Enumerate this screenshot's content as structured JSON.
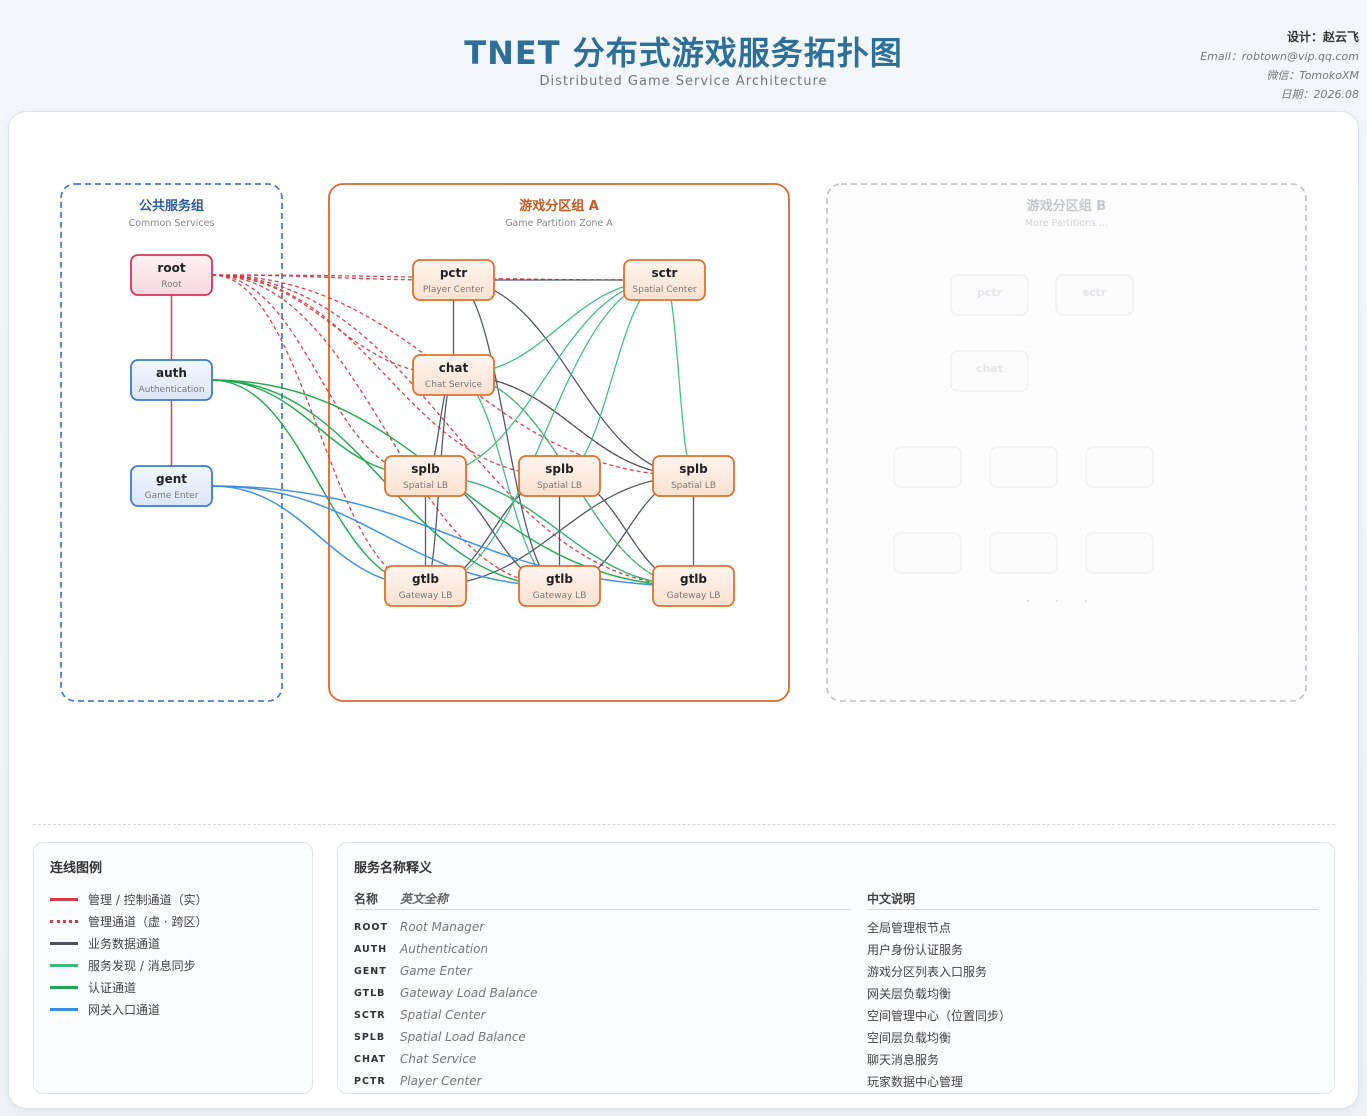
{
  "header": {
    "title": "TNET 分布式游戏服务拓扑图",
    "subtitle": "Distributed Game Service Architecture",
    "designer": "设计：赵云飞",
    "email": "Email：robtown@vip.qq.com",
    "wechat": "微信：TomokoXM",
    "date": "日期：2026.08"
  },
  "diagram": {
    "groups": [
      {
        "id": "common",
        "title": "公共服务组",
        "subtitle": "Common Services",
        "color": "#4a7fcf",
        "style": "dashed"
      },
      {
        "id": "zoneA",
        "title": "游戏分区组 A",
        "subtitle": "Game Partition Zone A",
        "color": "#d96a2f",
        "style": "solid"
      },
      {
        "id": "zoneB",
        "title": "游戏分区组 B",
        "subtitle": "More Partitions ...",
        "color": "#c4c8cd",
        "style": "dashed"
      }
    ],
    "nodes": [
      {
        "id": "root",
        "label": "root",
        "sub": "Root",
        "kind": "root"
      },
      {
        "id": "auth",
        "label": "auth",
        "sub": "Authentication",
        "kind": "common"
      },
      {
        "id": "gent",
        "label": "gent",
        "sub": "Game Enter",
        "kind": "common"
      },
      {
        "id": "pctr",
        "label": "pctr",
        "sub": "Player Center",
        "kind": "zone"
      },
      {
        "id": "sctr",
        "label": "sctr",
        "sub": "Spatial Center",
        "kind": "zone"
      },
      {
        "id": "chat",
        "label": "chat",
        "sub": "Chat Service",
        "kind": "zone"
      },
      {
        "id": "splb1",
        "label": "splb",
        "sub": "Spatial LB",
        "kind": "zone"
      },
      {
        "id": "splb2",
        "label": "splb",
        "sub": "Spatial LB",
        "kind": "zone"
      },
      {
        "id": "splb3",
        "label": "splb",
        "sub": "Spatial LB",
        "kind": "zone"
      },
      {
        "id": "gtlb1",
        "label": "gtlb",
        "sub": "Gateway LB",
        "kind": "zone"
      },
      {
        "id": "gtlb2",
        "label": "gtlb",
        "sub": "Gateway LB",
        "kind": "zone"
      },
      {
        "id": "gtlb3",
        "label": "gtlb",
        "sub": "Gateway LB",
        "kind": "zone"
      },
      {
        "id": "b_pctr",
        "label": "pctr",
        "sub": "",
        "kind": "ghost"
      },
      {
        "id": "b_sctr",
        "label": "sctr",
        "sub": "",
        "kind": "ghost"
      },
      {
        "id": "b_chat",
        "label": "chat",
        "sub": "",
        "kind": "ghost"
      },
      {
        "id": "b_1",
        "label": "",
        "sub": "",
        "kind": "ghost"
      },
      {
        "id": "b_2",
        "label": "",
        "sub": "",
        "kind": "ghost"
      },
      {
        "id": "b_3",
        "label": "",
        "sub": "",
        "kind": "ghost"
      },
      {
        "id": "b_4",
        "label": "",
        "sub": "",
        "kind": "ghost"
      },
      {
        "id": "b_5",
        "label": "",
        "sub": "",
        "kind": "ghost"
      },
      {
        "id": "b_6",
        "label": "",
        "sub": "",
        "kind": "ghost"
      }
    ],
    "edges": [
      {
        "from": "root",
        "to": "auth",
        "type": "mgmt"
      },
      {
        "from": "auth",
        "to": "gent",
        "type": "mgmt"
      },
      {
        "from": "root",
        "to": "pctr",
        "type": "mgmt-virtual"
      },
      {
        "from": "root",
        "to": "sctr",
        "type": "mgmt-virtual"
      },
      {
        "from": "root",
        "to": "chat",
        "type": "mgmt-virtual"
      },
      {
        "from": "root",
        "to": "splb1",
        "type": "mgmt-virtual"
      },
      {
        "from": "root",
        "to": "splb2",
        "type": "mgmt-virtual"
      },
      {
        "from": "root",
        "to": "splb3",
        "type": "mgmt-virtual"
      },
      {
        "from": "root",
        "to": "gtlb1",
        "type": "mgmt-virtual"
      },
      {
        "from": "root",
        "to": "gtlb2",
        "type": "mgmt-virtual"
      },
      {
        "from": "root",
        "to": "gtlb3",
        "type": "mgmt-virtual"
      },
      {
        "from": "chat",
        "to": "splb3",
        "type": "mgmt-virtual"
      },
      {
        "from": "chat",
        "to": "gtlb3",
        "type": "mgmt-virtual"
      },
      {
        "from": "pctr",
        "to": "sctr",
        "type": "business"
      },
      {
        "from": "pctr",
        "to": "chat",
        "type": "business"
      },
      {
        "from": "pctr",
        "to": "splb3",
        "type": "business"
      },
      {
        "from": "pctr",
        "to": "gtlb2",
        "type": "business"
      },
      {
        "from": "chat",
        "to": "splb1",
        "type": "business"
      },
      {
        "from": "chat",
        "to": "splb3",
        "type": "business"
      },
      {
        "from": "chat",
        "to": "gtlb1",
        "type": "business"
      },
      {
        "from": "splb1",
        "to": "gtlb1",
        "type": "business"
      },
      {
        "from": "splb1",
        "to": "gtlb2",
        "type": "business"
      },
      {
        "from": "splb1",
        "to": "gtlb3",
        "type": "business"
      },
      {
        "from": "splb2",
        "to": "gtlb1",
        "type": "business"
      },
      {
        "from": "splb2",
        "to": "gtlb2",
        "type": "business"
      },
      {
        "from": "splb2",
        "to": "gtlb3",
        "type": "business"
      },
      {
        "from": "splb3",
        "to": "gtlb1",
        "type": "business"
      },
      {
        "from": "splb3",
        "to": "gtlb2",
        "type": "business"
      },
      {
        "from": "splb3",
        "to": "gtlb3",
        "type": "business"
      },
      {
        "from": "sctr",
        "to": "chat",
        "type": "discovery"
      },
      {
        "from": "sctr",
        "to": "splb1",
        "type": "discovery"
      },
      {
        "from": "sctr",
        "to": "splb2",
        "type": "discovery"
      },
      {
        "from": "sctr",
        "to": "splb3",
        "type": "discovery"
      },
      {
        "from": "sctr",
        "to": "gtlb1",
        "type": "discovery"
      },
      {
        "from": "chat",
        "to": "gtlb2",
        "type": "discovery"
      },
      {
        "from": "chat",
        "to": "gtlb3",
        "type": "discovery"
      },
      {
        "from": "splb1",
        "to": "gtlb3",
        "type": "discovery"
      },
      {
        "from": "auth",
        "to": "splb1",
        "type": "auth"
      },
      {
        "from": "auth",
        "to": "gtlb1",
        "type": "auth"
      },
      {
        "from": "auth",
        "to": "gtlb2",
        "type": "auth"
      },
      {
        "from": "auth",
        "to": "gtlb3",
        "type": "auth"
      },
      {
        "from": "gent",
        "to": "gtlb1",
        "type": "gateway"
      },
      {
        "from": "gent",
        "to": "gtlb2",
        "type": "gateway"
      },
      {
        "from": "gent",
        "to": "gtlb3",
        "type": "gateway"
      }
    ],
    "ellipsis": "· · ·"
  },
  "legend": {
    "title": "连线图例",
    "items": [
      {
        "label": "管理 / 控制通道（实）",
        "color": "#d63a46",
        "style": "solid"
      },
      {
        "label": "管理通道（虚 · 跨区）",
        "color": "#d63a46",
        "style": "dashed"
      },
      {
        "label": "业务数据通道",
        "color": "#4b5160",
        "style": "solid"
      },
      {
        "label": "服务发现 / 消息同步",
        "color": "#3cbc7c",
        "style": "solid"
      },
      {
        "label": "认证通道",
        "color": "#20a550",
        "style": "solid"
      },
      {
        "label": "网关入口通道",
        "color": "#3a8ee0",
        "style": "solid"
      }
    ]
  },
  "names": {
    "title": "服务名称释义",
    "head_abbr": "名称",
    "head_en": "英文全称",
    "head_cn": "中文说明",
    "rows": [
      {
        "abbr": "ROOT",
        "en": "Root Manager",
        "cn": "全局管理根节点"
      },
      {
        "abbr": "AUTH",
        "en": "Authentication",
        "cn": "用户身份认证服务"
      },
      {
        "abbr": "GENT",
        "en": "Game Enter",
        "cn": "游戏分区列表入口服务"
      },
      {
        "abbr": "GTLB",
        "en": "Gateway Load Balance",
        "cn": "网关层负载均衡"
      },
      {
        "abbr": "SCTR",
        "en": "Spatial Center",
        "cn": "空间管理中心（位置同步）"
      },
      {
        "abbr": "SPLB",
        "en": "Spatial Load Balance",
        "cn": "空间层负载均衡"
      },
      {
        "abbr": "CHAT",
        "en": "Chat Service",
        "cn": "聊天消息服务"
      },
      {
        "abbr": "PCTR",
        "en": "Player Center",
        "cn": "玩家数据中心管理"
      }
    ]
  },
  "colors": {
    "mgmt": "#d63a46",
    "business": "#4b5160",
    "discovery": "#3cbc7c",
    "auth": "#20a550",
    "gateway": "#3a8ee0"
  }
}
